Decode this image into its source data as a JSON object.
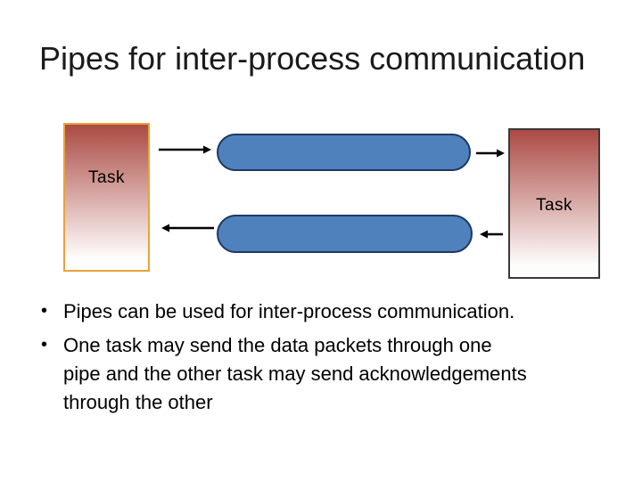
{
  "slide": {
    "background_color": "#FFFFFF",
    "title": "Pipes for inter-process communication",
    "title_color": "#1A1A1A",
    "diagram": {
      "left_task": {
        "label": "Task",
        "border_color": "#E8A33C",
        "gradient_top": "#AB4A43",
        "gradient_bottom": "#FFFFFF"
      },
      "right_task": {
        "label": "Task",
        "border_color": "#3A3A3A",
        "gradient_top": "#AB4A43",
        "gradient_bottom": "#FFFFFF"
      },
      "pipes": {
        "count": 2,
        "fill_color": "#4F81BD",
        "border_color": "#1F3864"
      },
      "arrows": {
        "color": "#000000",
        "left_task_to_top_pipe": "right",
        "top_pipe_to_right_task": "right",
        "bottom_pipe_to_left_task": "left",
        "right_task_to_bottom_pipe": "left"
      }
    },
    "bullet_glyph": "•",
    "bullets": [
      {
        "lines": [
          "Pipes can be used for inter-process communication."
        ]
      },
      {
        "lines": [
          "One task may send the data packets through one",
          "pipe and the other task may send acknowledgements",
          "through the other"
        ]
      }
    ]
  }
}
